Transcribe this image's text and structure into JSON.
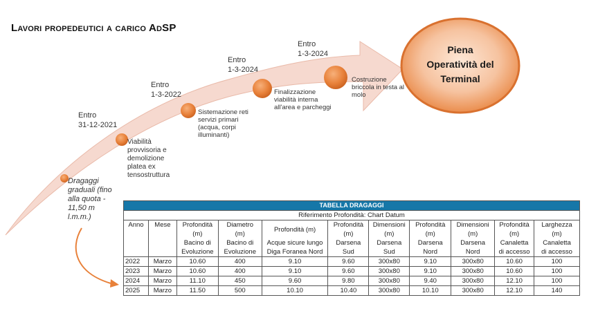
{
  "title": "Lavori propedeutici a carico AdSP",
  "goal": {
    "line1": "Piena",
    "line2": "Operatività del",
    "line3": "Terminal"
  },
  "milestones": [
    {
      "date_line1": "",
      "date_line2": "",
      "text": [
        "Dragaggi",
        "graduali (fino",
        "alla quota -",
        "11,50 m",
        "l.m.m.)"
      ]
    },
    {
      "date_line1": "Entro",
      "date_line2": "31-12-2021",
      "text": [
        "Viabilità",
        "provvisoria e",
        "demolizione",
        "platea ex",
        "tensostruttura"
      ]
    },
    {
      "date_line1": "Entro",
      "date_line2": "1-3-2022",
      "text": [
        "Sistemazione reti",
        "servizi primari",
        "(acqua, corpi",
        "illuminanti)"
      ]
    },
    {
      "date_line1": "Entro",
      "date_line2": "1-3-2024",
      "text": [
        "Finalizzazione",
        "viabilità interna",
        "all'area e parcheggi"
      ]
    },
    {
      "date_line1": "Entro",
      "date_line2": "1-3-2024",
      "text": [
        "Costruzione",
        "briccola in testa al",
        "molo"
      ]
    }
  ],
  "colors": {
    "arrow": "#f6d9cf",
    "orange": "#e8813a",
    "banner": "#1677a8"
  },
  "table": {
    "title": "TABELLA DRAGAGGI",
    "subtitle": "Riferimento Profondità: Chart Datum",
    "headers": [
      {
        "l1": "Anno",
        "l2": "",
        "l3": "",
        "l4": ""
      },
      {
        "l1": "Mese",
        "l2": "",
        "l3": "",
        "l4": ""
      },
      {
        "l1": "Profondità",
        "l2": "(m)",
        "l3": "Bacino di",
        "l4": "Evoluzione"
      },
      {
        "l1": "Diametro",
        "l2": "(m)",
        "l3": "Bacino di",
        "l4": "Evoluzione"
      },
      {
        "l1": "Profondità (m)",
        "l2": "",
        "l3": "Acque sicure lungo",
        "l4": "Diga Foranea Nord"
      },
      {
        "l1": "Profondità",
        "l2": "(m)",
        "l3": "Darsena",
        "l4": "Sud"
      },
      {
        "l1": "Dimensioni",
        "l2": "(m)",
        "l3": "Darsena",
        "l4": "Sud"
      },
      {
        "l1": "Profondità",
        "l2": "(m)",
        "l3": "Darsena",
        "l4": "Nord"
      },
      {
        "l1": "Dimensioni",
        "l2": "(m)",
        "l3": "Darsena",
        "l4": "Nord"
      },
      {
        "l1": "Profondità",
        "l2": "(m)",
        "l3": "Canaletta",
        "l4": "di accesso"
      },
      {
        "l1": "Larghezza",
        "l2": "(m)",
        "l3": "Canaletta",
        "l4": "di accesso"
      }
    ],
    "rows": [
      [
        "2022",
        "Marzo",
        "10.60",
        "400",
        "9.10",
        "9.60",
        "300x80",
        "9.10",
        "300x80",
        "10.60",
        "100"
      ],
      [
        "2023",
        "Marzo",
        "10.60",
        "400",
        "9.10",
        "9.60",
        "300x80",
        "9.10",
        "300x80",
        "10.60",
        "100"
      ],
      [
        "2024",
        "Marzo",
        "11.10",
        "450",
        "9.60",
        "9.80",
        "300x80",
        "9.40",
        "300x80",
        "12.10",
        "100"
      ],
      [
        "2025",
        "Marzo",
        "11.50",
        "500",
        "10.10",
        "10.40",
        "300x80",
        "10.10",
        "300x80",
        "12.10",
        "140"
      ]
    ]
  }
}
